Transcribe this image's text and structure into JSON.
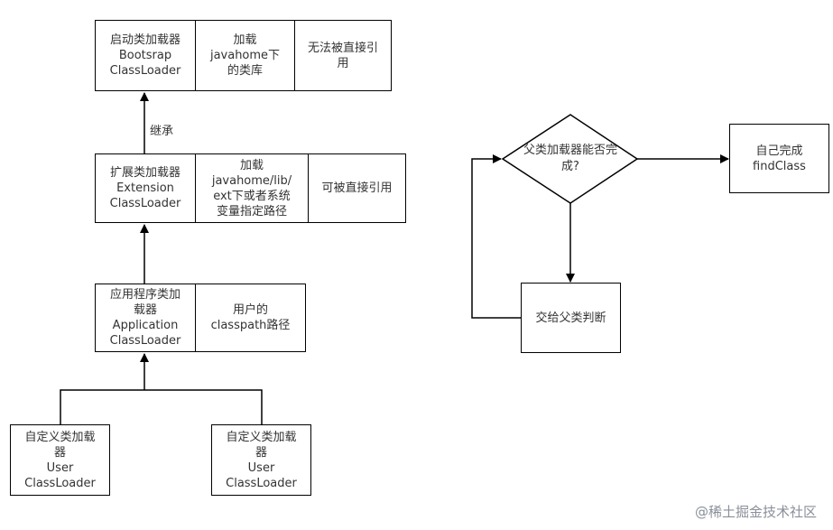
{
  "bootstrap": {
    "name": "启动类加载器\nBootsrap\nClassLoader",
    "load": "加载\njavahome下\n的类库",
    "note": "无法被直接引\n用"
  },
  "inherit_label": "继承",
  "extension": {
    "name": "扩展类加载器\nExtension\nClassLoader",
    "load": "加载\njavahome/lib/\next下或者系统\n变量指定路径",
    "note": "可被直接引用"
  },
  "application": {
    "name": "应用程序类加\n载器\nApplication\nClassLoader",
    "load": "用户的\nclasspath路径"
  },
  "user_left": {
    "name": "自定义类加载\n器\nUser\nClassLoader"
  },
  "user_right": {
    "name": "自定义类加载\n器\nUser\nClassLoader"
  },
  "flow": {
    "decision": "父类加载器能否完\n成?",
    "self": "自己完成\nfindClass",
    "delegate": "交给父类判断"
  },
  "watermark": "@稀土掘金技术社区"
}
